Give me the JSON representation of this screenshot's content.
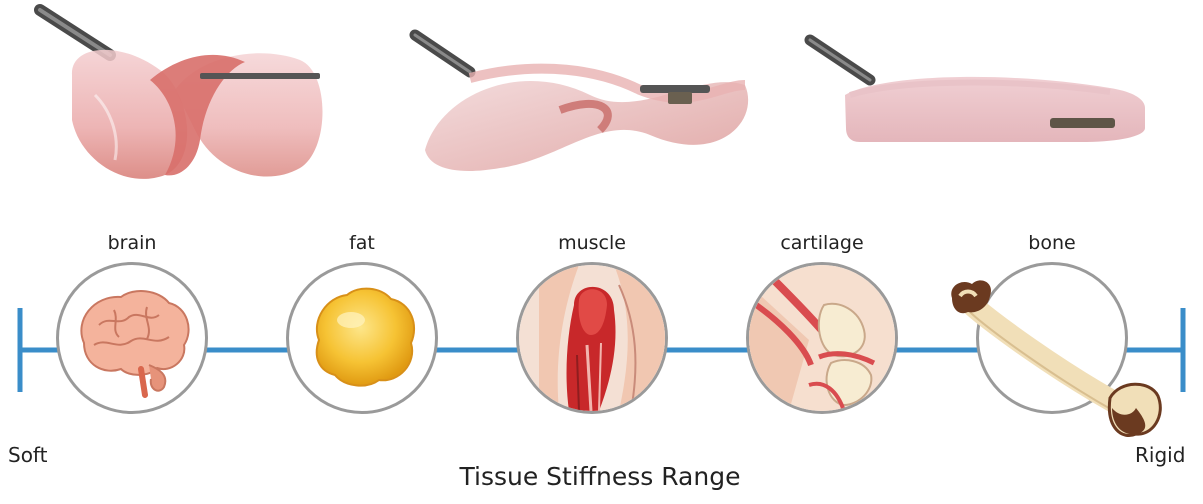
{
  "tissues": [
    {
      "label": "brain",
      "icon": "brain-icon"
    },
    {
      "label": "fat",
      "icon": "fat-icon"
    },
    {
      "label": "muscle",
      "icon": "muscle-icon"
    },
    {
      "label": "cartilage",
      "icon": "cartilage-icon"
    },
    {
      "label": "bone",
      "icon": "bone-icon"
    }
  ],
  "scale": {
    "left_label": "Soft",
    "right_label": "Rigid",
    "title": "Tissue Stiffness Range",
    "line_color": "#3a8dc9"
  },
  "photos": [
    {
      "name": "soft-gel-sample-photo"
    },
    {
      "name": "medium-gel-sample-photo"
    },
    {
      "name": "stiff-gel-sample-photo"
    }
  ]
}
